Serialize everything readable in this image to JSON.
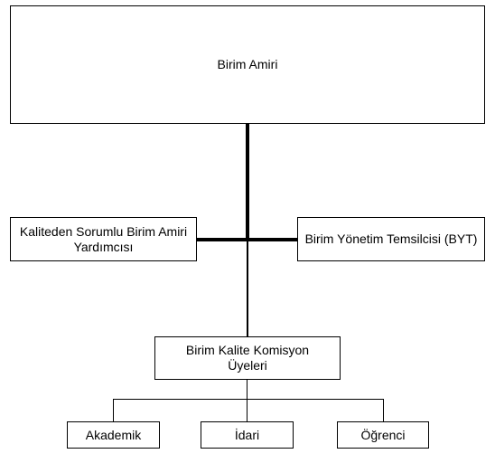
{
  "org_chart": {
    "head": {
      "label": "Birim Amiri"
    },
    "left_assistant": {
      "label": "Kaliteden Sorumlu Birim Amiri Yardımcısı"
    },
    "right_assistant": {
      "label": "Birim Yönetim Temsilcisi (BYT)"
    },
    "committee": {
      "label": "Birim Kalite Komisyon Üyeleri"
    },
    "members": [
      {
        "label": "Akademik"
      },
      {
        "label": "İdari"
      },
      {
        "label": "Öğrenci"
      }
    ]
  }
}
